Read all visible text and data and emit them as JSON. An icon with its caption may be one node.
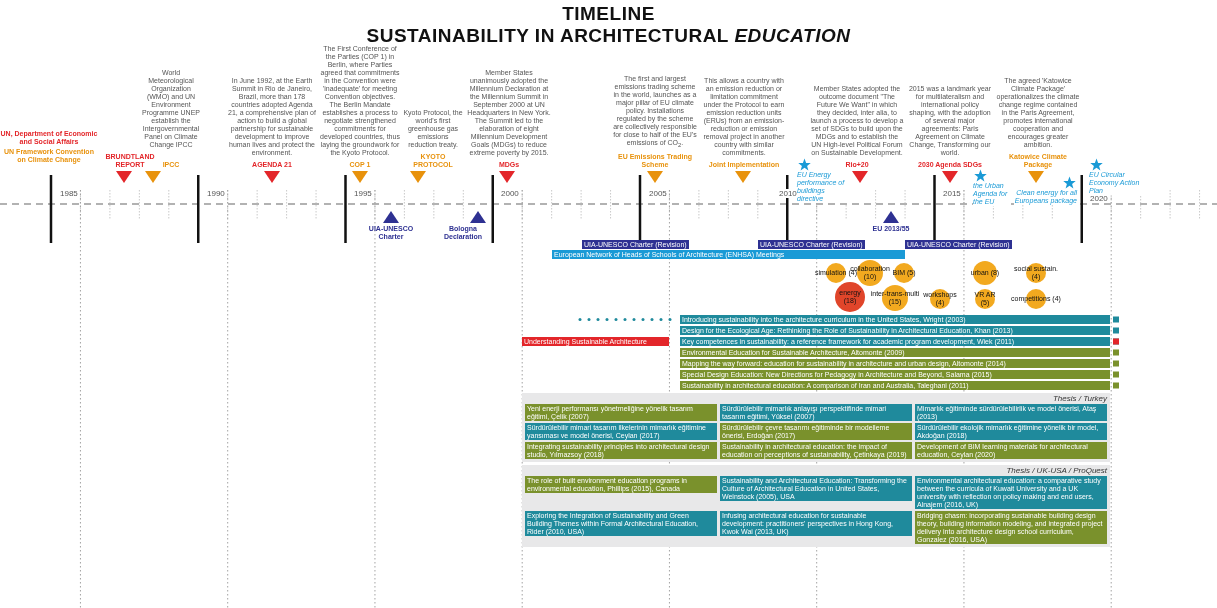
{
  "diagram": {
    "title": "TIMELINE",
    "nodes": [
      {
        "text": [
          "UN, Department of Economic and Social Affairs",
          "UN Framework Convention on Climate Change"
        ]
      },
      {
        "text": [
          "BRUNDTLAND REPORT"
        ]
      },
      {
        "text": [
          "World Meteorological Organization (WMO) and UN Environment Programme UNEP establish the Intergovernmental Panel on Climate Change IPCC",
          "IPCC"
        ]
      },
      {
        "text": [
          "In June 1992, at the Earth Summit in Rio de Janeiro, Brazil, more than 178 countries adopted Agenda 21, a comprehensive plan of action to build a global partnership for sustainable development to improve human lives and protect the environment.",
          "AGENDA 21"
        ]
      },
      {
        "text": [
          "The First Conference of the Parties (COP 1) in Berlin, where Parties agreed that commitments in the Convention were 'inadequate' for meeting Convention objectives. The Berlin Mandate establishes a process to negotiate strengthened commitments for developed countries, thus laying the groundwork for the Kyoto Protocol.",
          "COP 1"
        ]
      },
      {
        "text": [
          "Kyoto Protocol, the world's first greenhouse gas emissions reduction treaty.",
          "KYOTO PROTOCOL"
        ]
      },
      {
        "text": [
          "UIA-UNESCO Charter"
        ]
      },
      {
        "text": [
          "Bologna Declaration"
        ]
      },
      {
        "text": [
          "Member States unanimously adopted the Millennium Declaration at the Millennium Summit in September 2000 at UN Headquarters in New York. The Summit led to the elaboration of eight Millennium Development Goals (MDGs) to reduce extreme poverty by 2015.",
          "MDGs"
        ]
      },
      {
        "text": [
          "The first and largest emissions trading scheme in the world, launches as a major pillar of EU climate policy. Installations regulated by the scheme are collectively responsible for close to half of the EU's emissions of CO$_{2}$.",
          "EU Emissions Trading Scheme"
        ]
      },
      {
        "text": [
          "This allows a country with an emission reduction or limitation commitment under the Protocol to earn emission reduction units (ERUs) from an emission-reduction or emission removal project in another country with similar commitments.",
          "Joint Implementation"
        ]
      },
      {
        "text": [
          "EU Energy performance of buildings directive"
        ]
      },
      {
        "text": [
          "Member States adopted the outcome document \"The Future We Want\" in which they decided, inter alia, to launch a process to develop a set of SDGs to build upon the MDGs and to establish the UN High-level Political Forum on Sustainable Development.",
          "Rio+20"
        ]
      },
      {
        "text": [
          "EU 2013/55"
        ]
      },
      {
        "text": [
          "2015 was a landmark year for multilateralism and international policy shaping, with the adoption of several major agreements: Paris Agreement on Climate Change, Transforming our world.",
          "2030 Agenda SDGs"
        ]
      },
      {
        "text": [
          "the Urban Agenda for the EU"
        ]
      },
      {
        "text": [
          "The agreed 'Katowice Climate Package' operationalizes the climate change regime contained in the Paris Agreement, promotes international cooperation and encourages greater ambition.",
          "Katowice Climate Package"
        ]
      },
      {
        "text": [
          "Clean energy for all Europeans package"
        ]
      },
      {
        "text": [
          "EU Circular Economy Action Plan"
        ]
      },
      {
        "text": [
          "UIA-UNESCO Charter (Revision)"
        ]
      },
      {
        "text": [
          "UIA-UNESCO Charter (Revision)"
        ]
      },
      {
        "text": [
          "UIA-UNESCO Charter (Revision)"
        ]
      },
      {
        "text": [
          "European Network of Heads of Schools of Architecture (ENHSA) Meetings"
        ]
      },
      {
        "text": [
          "simulation (4)"
        ]
      },
      {
        "text": [
          "collaboration (10)"
        ]
      },
      {
        "text": [
          "BIM (5)"
        ]
      },
      {
        "text": [
          "energy (18)"
        ]
      },
      {
        "text": [
          "inter-trans-multi (15)"
        ]
      },
      {
        "text": [
          "workshops (4)"
        ]
      },
      {
        "text": [
          "urban (8)"
        ]
      },
      {
        "text": [
          "VR AR (5)"
        ]
      },
      {
        "text": [
          "social sustain. (4)"
        ]
      },
      {
        "text": [
          "competitions (4)"
        ]
      },
      {
        "text": [
          "Introducing sustainability into the architecture curriculum in the United States, Wright (2003)"
        ]
      },
      {
        "text": [
          "Design for the Ecological Age: Rethinking the Role of Sustainability in Architectural Education, Khan (2013)"
        ]
      },
      {
        "text": [
          "Key competences in sustainability: a reference framework for academic program development, Wiek (2011)"
        ]
      },
      {
        "text": [
          "Understanding Sustainable Architecture"
        ]
      },
      {
        "text": [
          "Environmental Education for Sustainable Architecture, Altomonte (2009)"
        ]
      },
      {
        "text": [
          "Mapping the way forward: education for sustainability in architecture and urban design, Altomonte (2014)"
        ]
      },
      {
        "text": [
          "Special Design Education: New Directions for Pedagogy in Architecture and Beyond, Salama (2015)"
        ]
      },
      {
        "text": [
          "Sustainability in architectural education: A comparison of Iran and Australia, Taleghani (2011)"
        ]
      },
      {
        "text": [
          "Thesis / Turkey"
        ]
      },
      {
        "text": [
          "Sürdürülebilir mimarlık anlayışı perspektifinde mimari tasarım eğitimi, Yüksel (2007)"
        ],
        "in": 41
      },
      {
        "text": [
          "Yeni enerji performansı yönetmeliğine yönelik tasarım eğitimi, Çelik (2007)"
        ],
        "in": 41
      },
      {
        "text": [
          "Mimarlık eğitiminde sürdürülebilirlik ve model önerisi, Ataş (2013)"
        ],
        "in": 41
      },
      {
        "text": [
          "Sürdürülebilir mimari tasarım ilkelerinin mimarlık eğitimine yansıması ve model önerisi, Ceylan (2017)"
        ],
        "in": 41
      },
      {
        "text": [
          "Sürdürülebilir ekolojik mimarlık eğitimine yönelik bir model, Akdoğan (2018)"
        ],
        "in": 41
      },
      {
        "text": [
          "Sürdürülebilir çevre tasarımı eğitiminde bir modelleme önerisi, Erdoğan (2017)"
        ],
        "in": 41
      },
      {
        "text": [
          "Integrating sustainability principles into architectural design studio, Yılmazsoy (2018)"
        ],
        "in": 41
      },
      {
        "text": [
          "Sustainability in architectural education: the impact of education on perceptions of sustainability, Çetinkaya (2019)"
        ],
        "in": 41
      },
      {
        "text": [
          "Development of BIM learning materials for architectural education, Ceylan (2020)"
        ],
        "in": 41
      },
      {
        "text": [
          "Thesis / UK-USA / ProQuest"
        ]
      },
      {
        "text": [
          "The role of built environment education programs in environmental education, Phillips (2015), Canada"
        ],
        "in": 51
      },
      {
        "text": [
          "Sustainability and Architectural Education: Transforming the Culture of Architectural Education in United States, Weinstock (2005), USA"
        ],
        "in": 51
      },
      {
        "text": [
          "Environmental architectural education: a comparative study between the curricula of Kuwait University and a UK university with reflection on policy making and end users, Alnajem (2016, UK)"
        ],
        "in": 51
      },
      {
        "text": [
          "Exploring the Integration of Sustainability and Green Building Themes within Formal Architectural Education, Rider (2010, USA)"
        ],
        "in": 51
      },
      {
        "text": [
          "Infusing architectural education for sustainable development: practitioners' perspectives in Hong Kong, Kwok Wai (2013, UK)"
        ],
        "in": 51
      },
      {
        "text": [
          "Bridging chasm: incorporating sustainable building design theory, building information modeling, and integrated project delivery into architecture design school curriculum, Gonzalez (2016, USA)"
        ],
        "in": 51
      }
    ],
    "labels": [
      "SUSTAINABILITY IN ARCHITECTURAL *EDUCATION*",
      "1985",
      "1990",
      "1995",
      "2000",
      "2005",
      "2010",
      "2015",
      "2020"
    ]
  }
}
